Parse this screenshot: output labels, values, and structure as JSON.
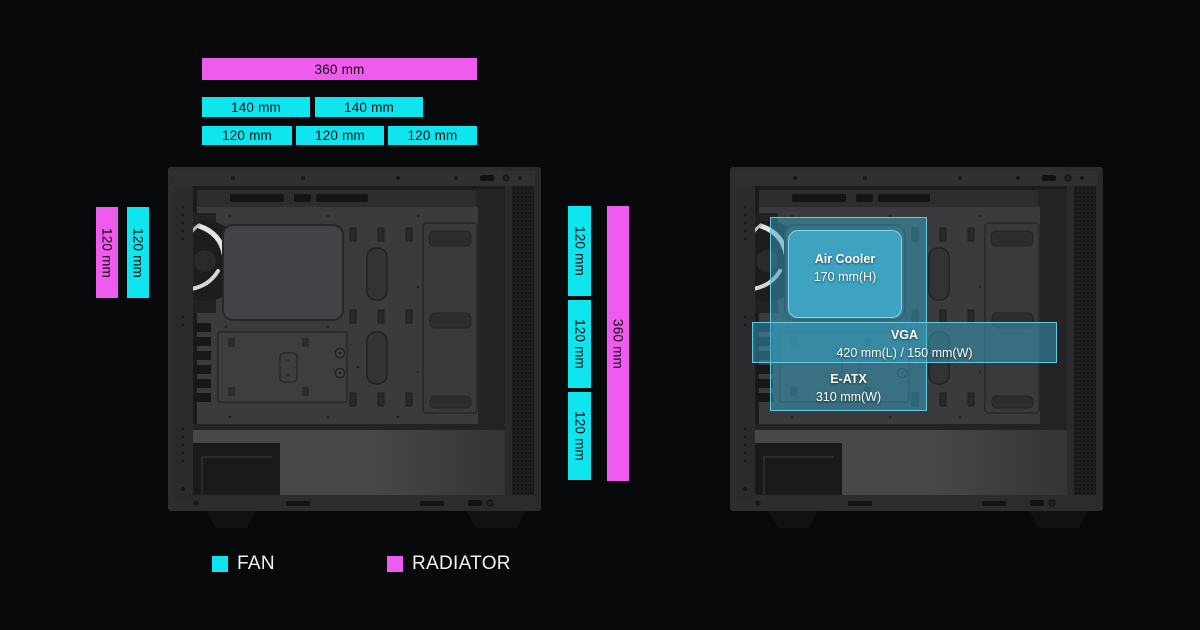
{
  "colors": {
    "background": "#08090b",
    "fan": "#0fe5ee",
    "radiator": "#ef5bef",
    "overlay_fill": "#35a3c4",
    "overlay_border": "#68cde9",
    "label_text": "#ffffff",
    "bar_text": "#0b0b0b"
  },
  "left_diagram": {
    "top_bars": [
      {
        "label": "360 mm",
        "type": "radiator"
      },
      {
        "label": "140 mm",
        "type": "fan"
      },
      {
        "label": "140 mm",
        "type": "fan"
      },
      {
        "label": "120 mm",
        "type": "fan"
      },
      {
        "label": "120 mm",
        "type": "fan"
      },
      {
        "label": "120 mm",
        "type": "fan"
      }
    ],
    "left_bars": [
      {
        "label": "120 mm",
        "type": "radiator"
      },
      {
        "label": "120 mm",
        "type": "fan"
      }
    ],
    "right_fan_bars": [
      {
        "label": "120 mm",
        "type": "fan"
      },
      {
        "label": "120 mm",
        "type": "fan"
      },
      {
        "label": "120 mm",
        "type": "fan"
      }
    ],
    "right_radiator_bar": {
      "label": "360 mm",
      "type": "radiator"
    }
  },
  "right_diagram": {
    "air_cooler": {
      "title": "Air Cooler",
      "spec": "170 mm(H)"
    },
    "vga": {
      "title": "VGA",
      "spec": "420 mm(L) / 150 mm(W)"
    },
    "e_atx": {
      "title": "E-ATX",
      "spec": "310 mm(W)"
    }
  },
  "legend": {
    "fan": "FAN",
    "radiator": "RADIATOR"
  }
}
